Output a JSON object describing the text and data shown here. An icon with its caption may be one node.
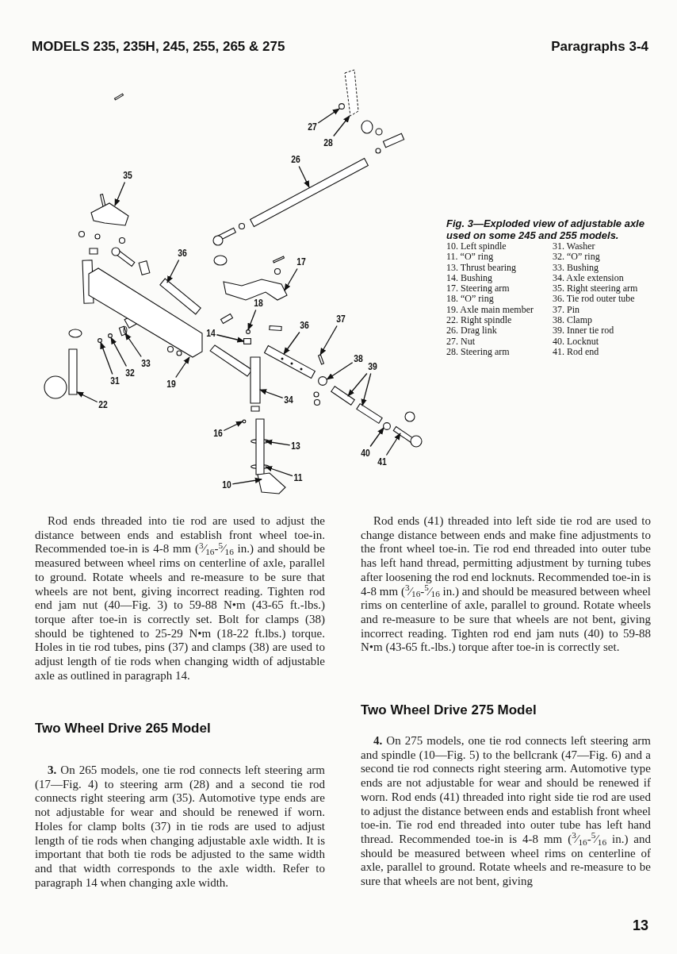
{
  "diagram": {
    "title": "MODELS 235, 235H, 245, 255, 265 & 275",
    "caption": "Fig. 3—Exploded view of adjustable axle used on some 245 and 255 models.",
    "nodes": [
      {
        "text": [
          "27"
        ]
      },
      {
        "text": [
          "28"
        ]
      },
      {
        "text": [
          "26"
        ]
      },
      {
        "text": [
          "35"
        ]
      },
      {
        "text": [
          "36"
        ]
      },
      {
        "text": [
          "17"
        ]
      },
      {
        "text": [
          "18"
        ]
      },
      {
        "text": [
          "36"
        ]
      },
      {
        "text": [
          "37"
        ]
      },
      {
        "text": [
          "14"
        ]
      },
      {
        "text": [
          "38"
        ]
      },
      {
        "text": [
          "33"
        ]
      },
      {
        "text": [
          "39"
        ]
      },
      {
        "text": [
          "32"
        ]
      },
      {
        "text": [
          "31"
        ]
      },
      {
        "text": [
          "19"
        ]
      },
      {
        "text": [
          "34"
        ]
      },
      {
        "text": [
          "22"
        ]
      },
      {
        "text": [
          "16"
        ]
      },
      {
        "text": [
          "13"
        ]
      },
      {
        "text": [
          "40"
        ]
      },
      {
        "text": [
          "41"
        ]
      },
      {
        "text": [
          "11"
        ]
      },
      {
        "text": [
          "10"
        ]
      },
      {
        "text": [],
        "shape": "circle"
      },
      {
        "text": [],
        "shape": "picture"
      },
      {
        "text": [],
        "shape": "picture"
      },
      {
        "text": [],
        "shape": "picture"
      },
      {
        "text": [],
        "shape": "picture"
      },
      {
        "text": [],
        "shape": "picture"
      },
      {
        "text": [],
        "shape": "circle"
      },
      {
        "text": [],
        "shape": "picture"
      },
      {
        "text": [],
        "shape": "bar"
      },
      {
        "text": [],
        "shape": "box"
      },
      {
        "text": [],
        "shape": "circle"
      },
      {
        "text": [],
        "shape": "picture"
      },
      {
        "text": [],
        "shape": "picture"
      },
      {
        "text": [],
        "shape": "picture"
      },
      {
        "text": [],
        "shape": "circle"
      },
      {
        "text": [],
        "shape": "circle"
      },
      {
        "text": [],
        "shape": "picture"
      },
      {
        "text": [],
        "shape": "picture"
      },
      {
        "text": [],
        "shape": "picture"
      },
      {
        "text": [],
        "shape": "circle"
      },
      {
        "text": [],
        "shape": "circle"
      },
      {
        "text": [],
        "shape": "circle"
      },
      {
        "text": [],
        "shape": "picture"
      },
      {
        "text": [],
        "shape": "circle"
      },
      {
        "text": [],
        "shape": "picture"
      }
    ],
    "edges": [
      {
        "from": 0,
        "to": 24,
        "arrow": "to"
      },
      {
        "from": 1,
        "to": 25,
        "arrow": "to"
      },
      {
        "from": 2,
        "to": 26,
        "arrow": "to"
      },
      {
        "from": 3,
        "to": 27,
        "arrow": "to"
      },
      {
        "from": 4,
        "to": 28,
        "arrow": "to"
      },
      {
        "from": 5,
        "to": 29,
        "arrow": "to"
      },
      {
        "from": 6,
        "to": 30,
        "arrow": "to"
      },
      {
        "from": 7,
        "to": 31,
        "arrow": "to"
      },
      {
        "from": 8,
        "to": 32,
        "arrow": "to"
      },
      {
        "from": 9,
        "to": 33,
        "arrow": "to"
      },
      {
        "from": 10,
        "to": 34,
        "arrow": "to"
      },
      {
        "from": 11,
        "to": 35,
        "arrow": "to"
      },
      {
        "from": 12,
        "to": 36,
        "arrow": "to"
      },
      {
        "from": 12,
        "to": 37,
        "arrow": "to"
      },
      {
        "from": 13,
        "to": 38,
        "arrow": "to"
      },
      {
        "from": 14,
        "to": 39,
        "arrow": "to"
      },
      {
        "from": 15,
        "to": 40,
        "arrow": "to"
      },
      {
        "from": 16,
        "to": 41,
        "arrow": "to"
      },
      {
        "from": 17,
        "to": 42,
        "arrow": "to"
      },
      {
        "from": 18,
        "to": 43,
        "arrow": "to"
      },
      {
        "from": 19,
        "to": 44,
        "arrow": "to"
      },
      {
        "from": 20,
        "to": 45,
        "arrow": "to"
      },
      {
        "from": 21,
        "to": 46,
        "arrow": "to"
      },
      {
        "from": 22,
        "to": 47,
        "arrow": "to"
      },
      {
        "from": 23,
        "to": 48,
        "arrow": "to"
      }
    ],
    "labels": [
      "Paragraphs 3-4",
      "10. Left spindle",
      "11. “O” ring",
      "13. Thrust bearing",
      "14. Bushing",
      "17. Steering arm",
      "18. “O” ring",
      "19. Axle main member",
      "22. Right spindle",
      "26. Drag link",
      "27. Nut",
      "28. Steering arm",
      "31. Washer",
      "32. “O” ring",
      "33. Bushing",
      "34. Axle extension",
      "35. Right steering arm",
      "36. Tie rod outer tube",
      "37. Pin",
      "38. Clamp",
      "39. Inner tie rod",
      "40. Locknut",
      "41. Rod end",
      "Rod ends threaded into tie rod are used to adjust the distance between ends and establish front wheel toe-in. Recommended toe-in is 4-8 mm ($^{3}$⁄$_{16}$-$^{5}$⁄$_{16}$ in.) and should be measured between wheel rims on centerline of axle, parallel to ground. Rotate wheels and re-measure to be sure that wheels are not bent, giving incorrect reading. Tighten rod end jam nut (40—Fig. 3) to 59-88 N•m (43-65 ft.-lbs.) torque after toe-in is correctly set. Bolt for clamps (38) should be tightened to 25-29 N•m (18-22 ft.lbs.) torque. Holes in tie rod tubes, pins (37) and clamps (38) are used to adjust length of tie rods when changing width of adjustable axle as outlined in paragraph 14.",
      "Two Wheel Drive 265 Model",
      "**3.** On 265 models, one tie rod connects left steering arm (17—Fig. 4) to steering arm (28) and a second tie rod connects right steering arm (35). Automotive type ends are not adjustable for wear and should be renewed if worn. Holes for clamp bolts (37) in tie rods are used to adjust length of tie rods when changing adjustable axle width. It is important that both tie rods be adjusted to the same width and that width corresponds to the axle width. Refer to paragraph 14 when changing axle width.",
      "Rod ends (41) threaded into left side tie rod are used to change distance between ends and make fine adjustments to the front wheel toe-in. Tie rod end threaded into outer tube has left hand thread, permitting adjustment by turning tubes after loosening the rod end locknuts. Recommended toe-in is 4-8 mm ($^{3}$⁄$_{16}$-$^{5}$⁄$_{16}$ in.) and should be measured between wheel rims on centerline of axle, parallel to ground. Rotate wheels and re-measure to be sure that wheels are not bent, giving incorrect reading. Tighten rod end jam nuts (40) to 59-88 N•m (43-65 ft.-lbs.) torque after toe-in is correctly set.",
      "Two Wheel Drive 275 Model",
      "**4.** On 275 models, one tie rod connects left steering arm and spindle (10—Fig. 5) to the bellcrank (47—Fig. 6) and a second tie rod connects right steering arm. Automotive type ends are not adjustable for wear and should be renewed if worn. Rod ends (41) threaded into right side tie rod are used to adjust the distance between ends and establish front wheel toe-in. Tie rod end threaded into outer tube has left hand thread. Recommended toe-in is 4-8 mm ($^{3}$⁄$_{16}$-$^{5}$⁄$_{16}$ in.) and should be measured between wheel rims on centerline of axle, parallel to ground. Rotate wheels and re-measure to be sure that wheels are not bent, giving",
      "13"
    ]
  }
}
